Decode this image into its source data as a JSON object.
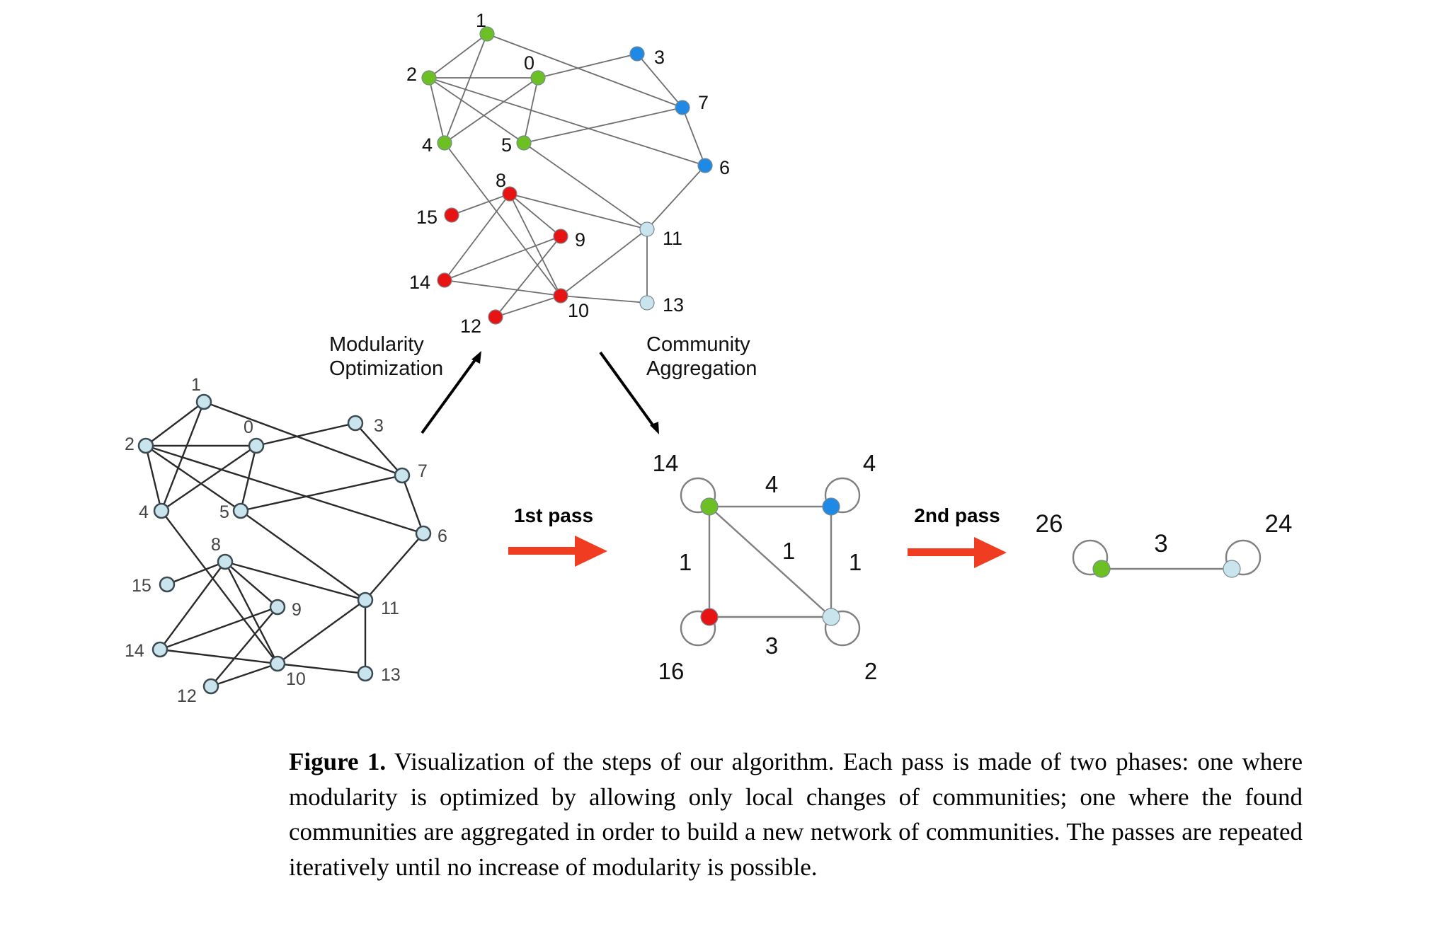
{
  "figure": {
    "arrows": {
      "modularity": "Modularity\nOptimization",
      "aggregation": "Community\nAggregation",
      "first_pass": "1st pass",
      "second_pass": "2nd pass"
    },
    "colors": {
      "green": "#6cc024",
      "blue": "#1e8ae6",
      "red": "#e81313",
      "light": "#c9e4ec",
      "arrow_red": "#f03d22"
    },
    "original_graph": {
      "nodes": [
        "0",
        "1",
        "2",
        "3",
        "4",
        "5",
        "6",
        "7",
        "8",
        "9",
        "10",
        "11",
        "12",
        "13",
        "14",
        "15"
      ]
    },
    "partitioned_graph": {
      "communities": [
        {
          "color": "green",
          "nodes": [
            "0",
            "1",
            "2",
            "4",
            "5"
          ]
        },
        {
          "color": "blue",
          "nodes": [
            "3",
            "6",
            "7"
          ]
        },
        {
          "color": "red",
          "nodes": [
            "8",
            "9",
            "10",
            "12",
            "14",
            "15"
          ]
        },
        {
          "color": "light",
          "nodes": [
            "11",
            "13"
          ]
        }
      ]
    },
    "aggregated_graph_1": {
      "self_loops": {
        "green": "14",
        "blue": "4",
        "red": "16",
        "light": "2"
      },
      "edges": [
        {
          "from": "green",
          "to": "blue",
          "weight": "4"
        },
        {
          "from": "green",
          "to": "red",
          "weight": "1"
        },
        {
          "from": "green",
          "to": "light",
          "weight": "1"
        },
        {
          "from": "blue",
          "to": "light",
          "weight": "1"
        },
        {
          "from": "red",
          "to": "light",
          "weight": "3"
        }
      ]
    },
    "aggregated_graph_2": {
      "self_loops": {
        "green": "26",
        "light": "24"
      },
      "edge_weight": "3"
    }
  },
  "caption": {
    "label": "Figure 1.",
    "text": "Visualization of the steps of our algorithm. Each pass is made of two phases: one where modularity is optimized by allowing only local changes of communities; one where the found communities are aggregated in order to build a new network of communities. The passes are repeated iteratively until no increase of modularity is possible."
  }
}
